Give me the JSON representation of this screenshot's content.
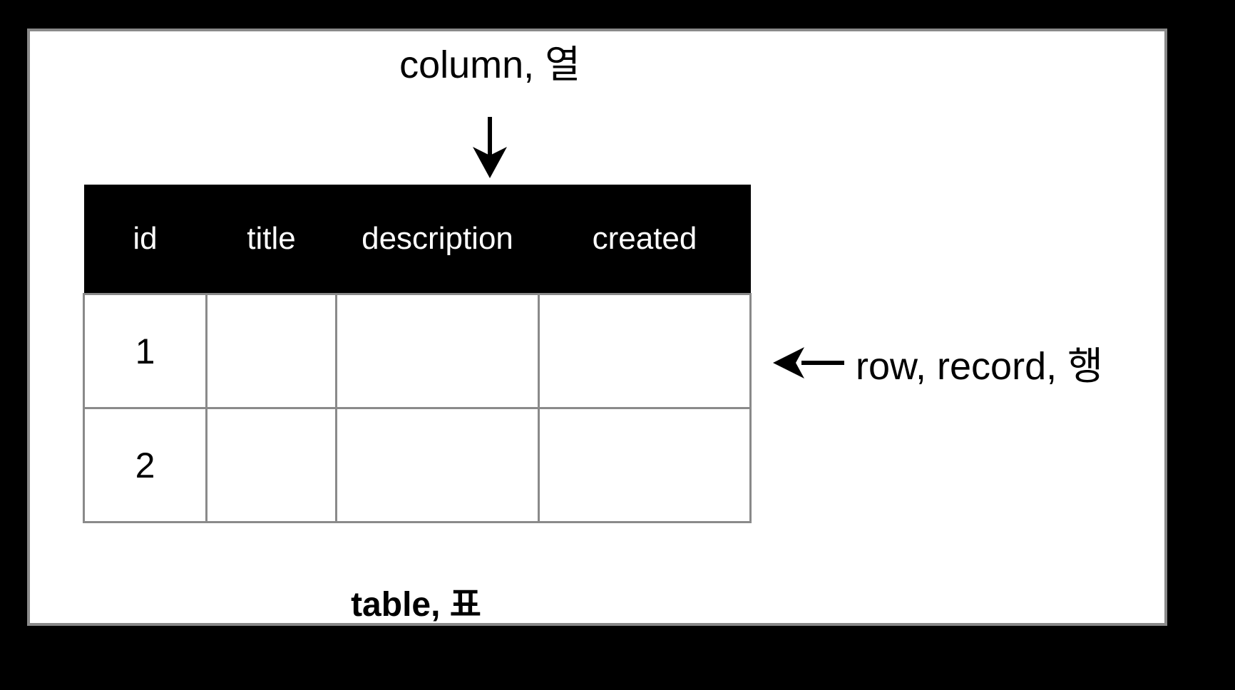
{
  "diagram": {
    "title_annotation": "column, 열",
    "row_annotation": "row, record, 행",
    "table_caption": "table, 표",
    "icons": {
      "down_arrow": "arrow-down-icon",
      "left_arrow": "arrow-left-icon"
    },
    "colors": {
      "background": "#000000",
      "panel": "#ffffff",
      "panel_border": "#8a8a8a",
      "header_background": "#000000",
      "header_text": "#ffffff",
      "cell_border": "#8a8a8a",
      "text": "#000000"
    }
  },
  "table": {
    "columns": [
      "id",
      "title",
      "description",
      "created"
    ],
    "rows": [
      {
        "id": "1",
        "title": "",
        "description": "",
        "created": ""
      },
      {
        "id": "2",
        "title": "",
        "description": "",
        "created": ""
      }
    ]
  }
}
